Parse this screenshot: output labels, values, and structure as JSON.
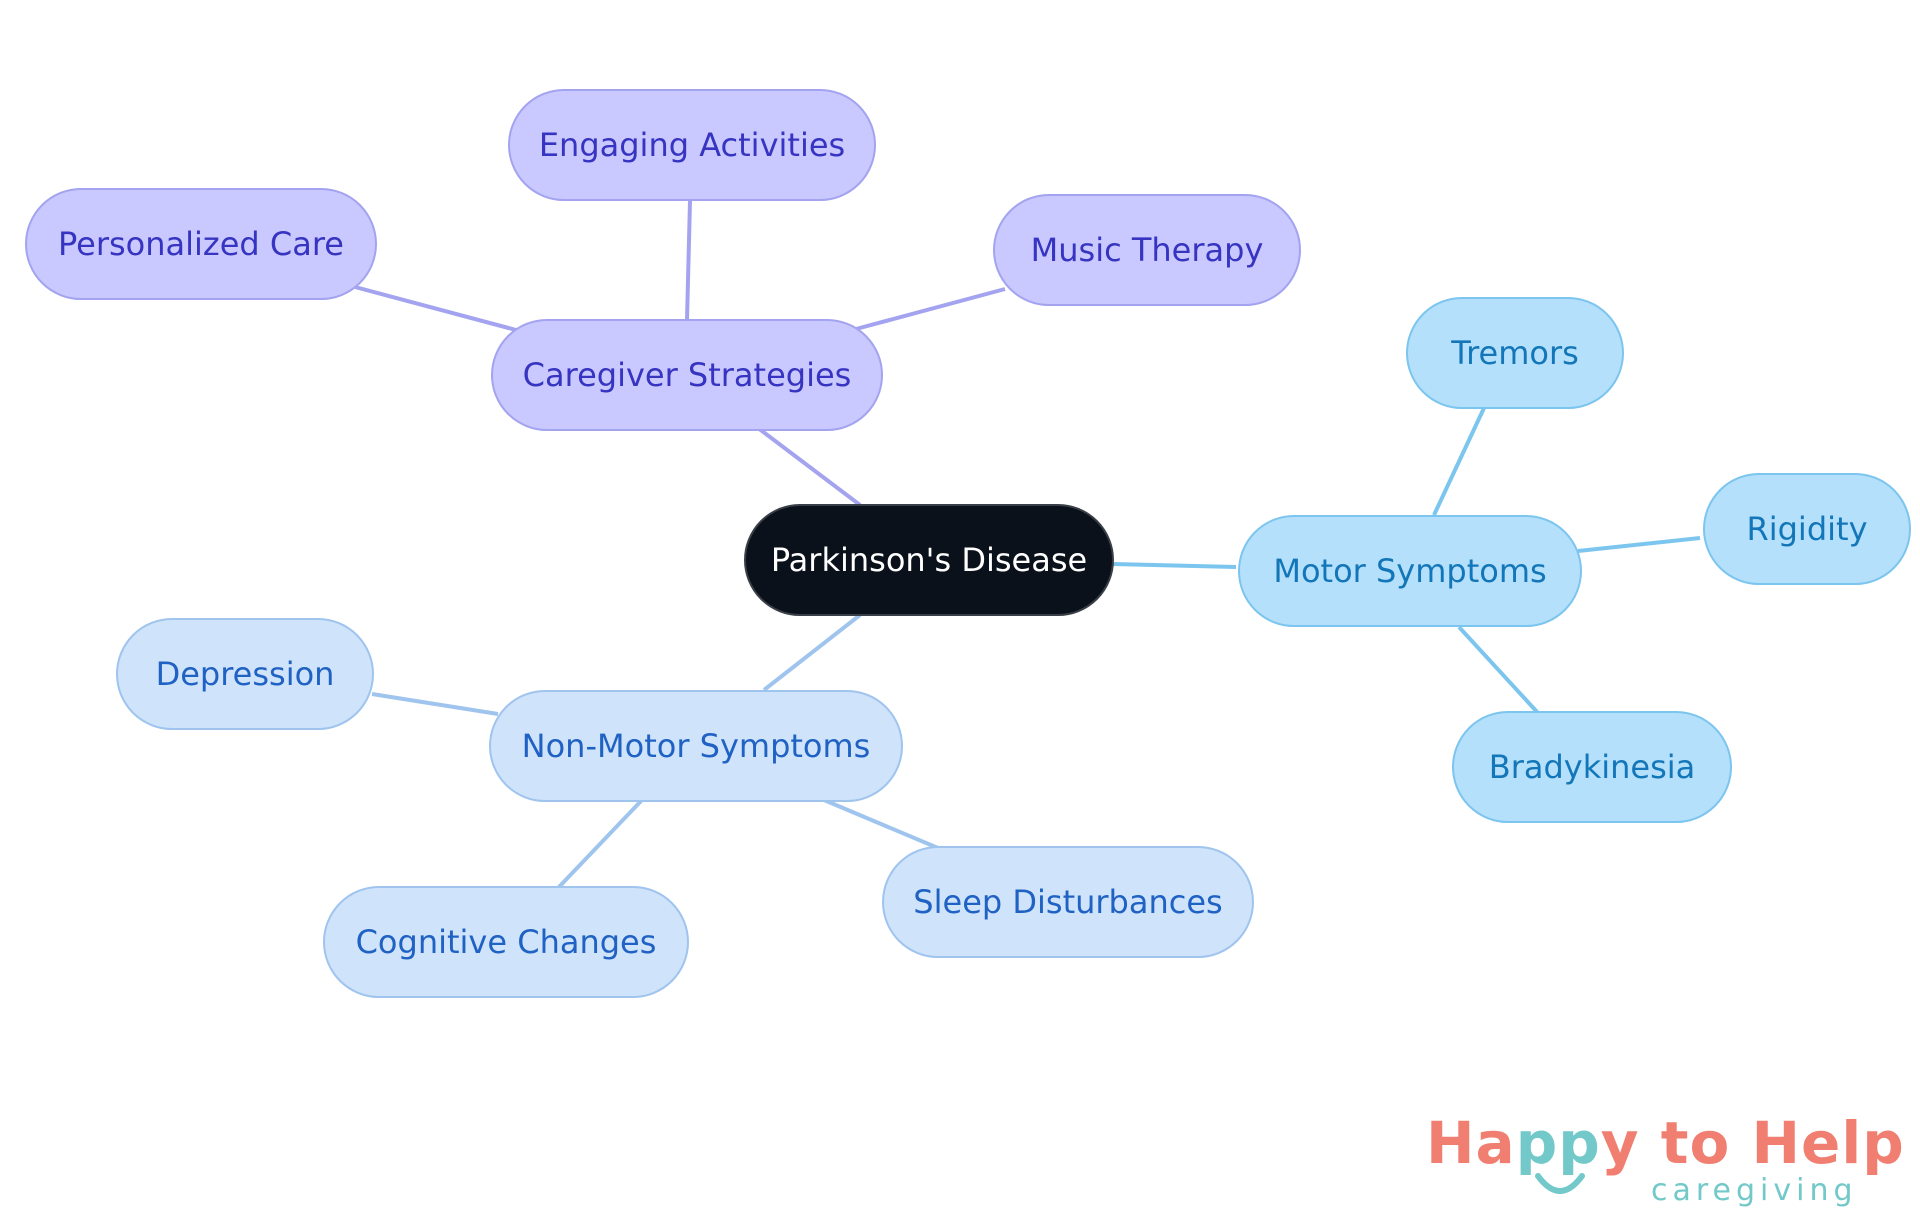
{
  "diagram": {
    "root": {
      "id": "root",
      "label": "Parkinson's Disease"
    },
    "branches": [
      {
        "id": "caregiver",
        "label": "Caregiver Strategies",
        "color": "#a3a3f0",
        "children": [
          {
            "id": "engaging",
            "label": "Engaging Activities"
          },
          {
            "id": "personalized",
            "label": "Personalized Care"
          },
          {
            "id": "music",
            "label": "Music Therapy"
          }
        ]
      },
      {
        "id": "motor",
        "label": "Motor Symptoms",
        "color": "#7cc5ee",
        "children": [
          {
            "id": "tremors",
            "label": "Tremors"
          },
          {
            "id": "rigidity",
            "label": "Rigidity"
          },
          {
            "id": "bradykinesia",
            "label": "Bradykinesia"
          }
        ]
      },
      {
        "id": "nonmotor",
        "label": "Non-Motor Symptoms",
        "color": "#9fc4ee",
        "children": [
          {
            "id": "depression",
            "label": "Depression"
          },
          {
            "id": "cognitive",
            "label": "Cognitive Changes"
          },
          {
            "id": "sleep",
            "label": "Sleep Disturbances"
          }
        ]
      }
    ]
  },
  "logo": {
    "word_happy_h": "H",
    "word_happy_a": "a",
    "word_happy_pp": "pp",
    "word_happy_y": "y",
    "word_rest": " to Help",
    "subtitle": "caregiving",
    "colors": {
      "coral": "#f07f71",
      "teal": "#73c8c9"
    }
  }
}
